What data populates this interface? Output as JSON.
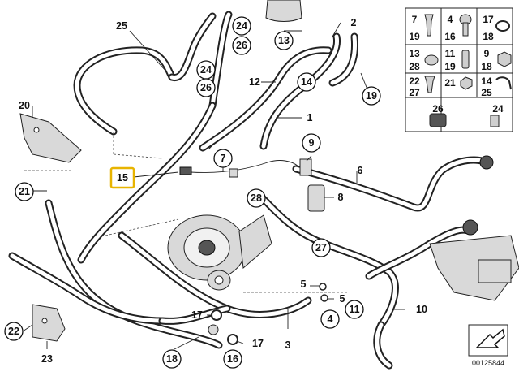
{
  "callouts_circled": [
    "13",
    "14",
    "19",
    "24",
    "26",
    "24",
    "26",
    "21",
    "28",
    "27",
    "7",
    "17",
    "18",
    "16",
    "22",
    "4",
    "11"
  ],
  "callouts_plain": [
    "25",
    "2",
    "12",
    "1",
    "20",
    "9",
    "6",
    "8",
    "5",
    "5",
    "10",
    "3",
    "17",
    "23"
  ],
  "highlight_label": "15",
  "parts_grid": {
    "cells": [
      {
        "top": "7",
        "bottom": "19"
      },
      {
        "top": "4",
        "bottom": "16"
      },
      {
        "top": "17",
        "bottom": "18"
      },
      {
        "top": "13",
        "bottom": "28"
      },
      {
        "top": "11",
        "bottom": "19"
      },
      {
        "top": "9",
        "bottom": "18"
      },
      {
        "top": "22",
        "bottom": "27"
      },
      {
        "top": "21",
        "bottom": ""
      },
      {
        "top": "14",
        "bottom": "25"
      },
      {
        "top": "26",
        "bottom": ""
      },
      {
        "top": "24",
        "bottom": ""
      }
    ]
  },
  "doc_number": "00125844",
  "colors": {
    "highlight_border": "#e8b400",
    "line": "#222222"
  }
}
